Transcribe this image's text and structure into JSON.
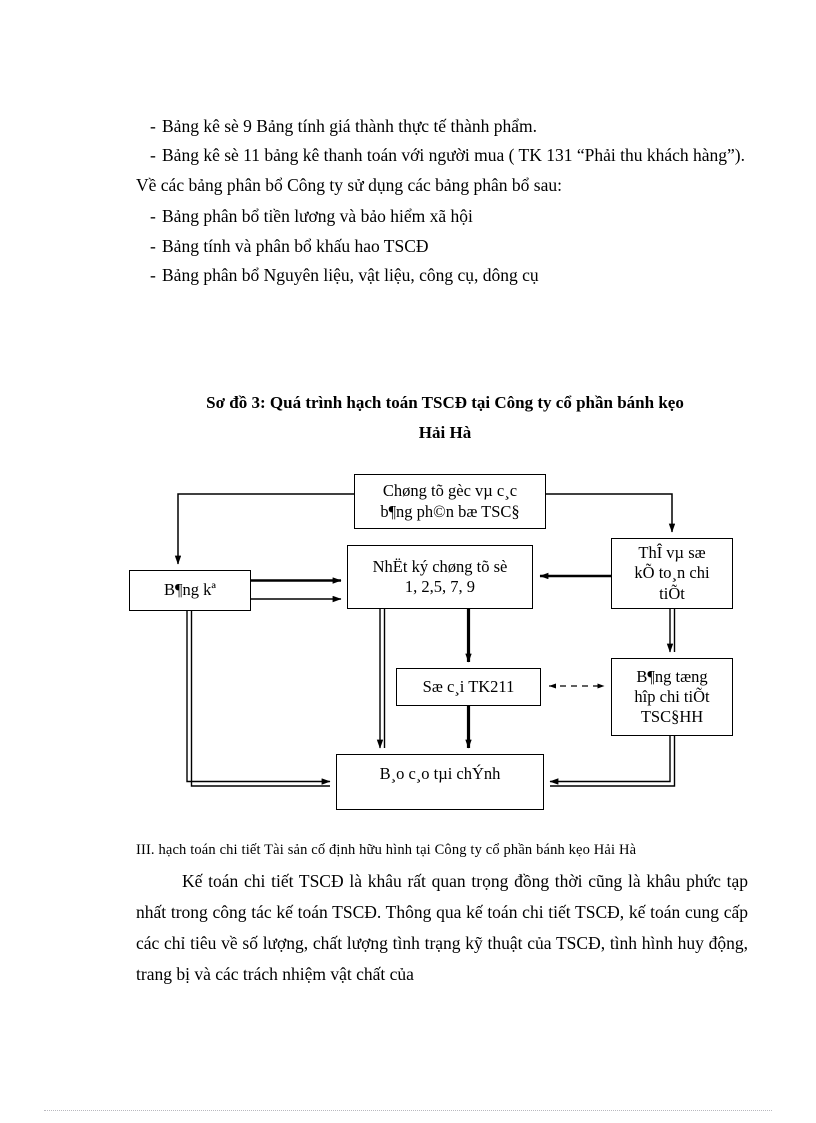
{
  "document": {
    "top_bullets": [
      {
        "marker": "-",
        "text": "Bảng kê sè 9 Bảng tính giá thành thực tế thành phẩm."
      },
      {
        "marker": "-",
        "text": "Bảng kê sè 11  bảng kê thanh toán với người mua ( TK 131  “Phải thu khách hàng”)."
      }
    ],
    "lead_in": "Về các bảng phân bổ Công ty sử dụng các bảng phân bổ sau:",
    "allocation_bullets": [
      {
        "marker": "-",
        "text": "Bảng phân bổ tiền lương và bảo hiểm xã hội"
      },
      {
        "marker": "-",
        "text": "Bảng tính và phân bổ khấu hao TSCĐ"
      },
      {
        "marker": "-",
        "text": "Bảng phân bổ Nguyên liệu, vật liệu,  công cụ, dông cụ"
      }
    ],
    "figure": {
      "title_line1": "Sơ đồ 3: Quá trình hạch toán TSCĐ tại Công ty cổ phần bánh kẹo",
      "title_line2": "Hải Hà",
      "boxes": {
        "chungtu": {
          "line1": "Chøng tõ gèc vµ c¸c",
          "line2": "b¶ng ph©n bæ TSC§"
        },
        "nhatky": {
          "line1": "NhËt ký chøng tõ  sè",
          "line2": "1, 2,5, 7, 9"
        },
        "thesovatk": {
          "line1": "ThÎ vµ sæ",
          "line2": "kÕ to¸n chi",
          "line3": "tiÕt"
        },
        "bangke": {
          "line1": "B¶ng kª"
        },
        "socai": {
          "line1": "Sæ c¸i TK211"
        },
        "bangtonghop": {
          "line1": "B¶ng tæng",
          "line2": "hîp chi tiÕt",
          "line3": "TSC§HH"
        },
        "baocao": {
          "line1": "B¸o c¸o tµi chÝnh"
        }
      }
    },
    "section_heading": "III. hạch toán chi tiết Tài sản cố định hữu hình tại Công ty cổ phần bánh kẹo Hải Hà",
    "section_body": "Kế toán chi tiết TSCĐ là khâu rất quan trọng đồng thời cũng là khâu phức tạp nhất trong công tác kế toán TSCĐ. Thông qua kế toán chi tiết TSCĐ, kế toán cung cấp các chỉ tiêu về số lượng, chất lượng tình trạng kỹ thuật của TSCĐ, tình hình huy động, trang bị và các trách nhiệm vật chất của"
  }
}
